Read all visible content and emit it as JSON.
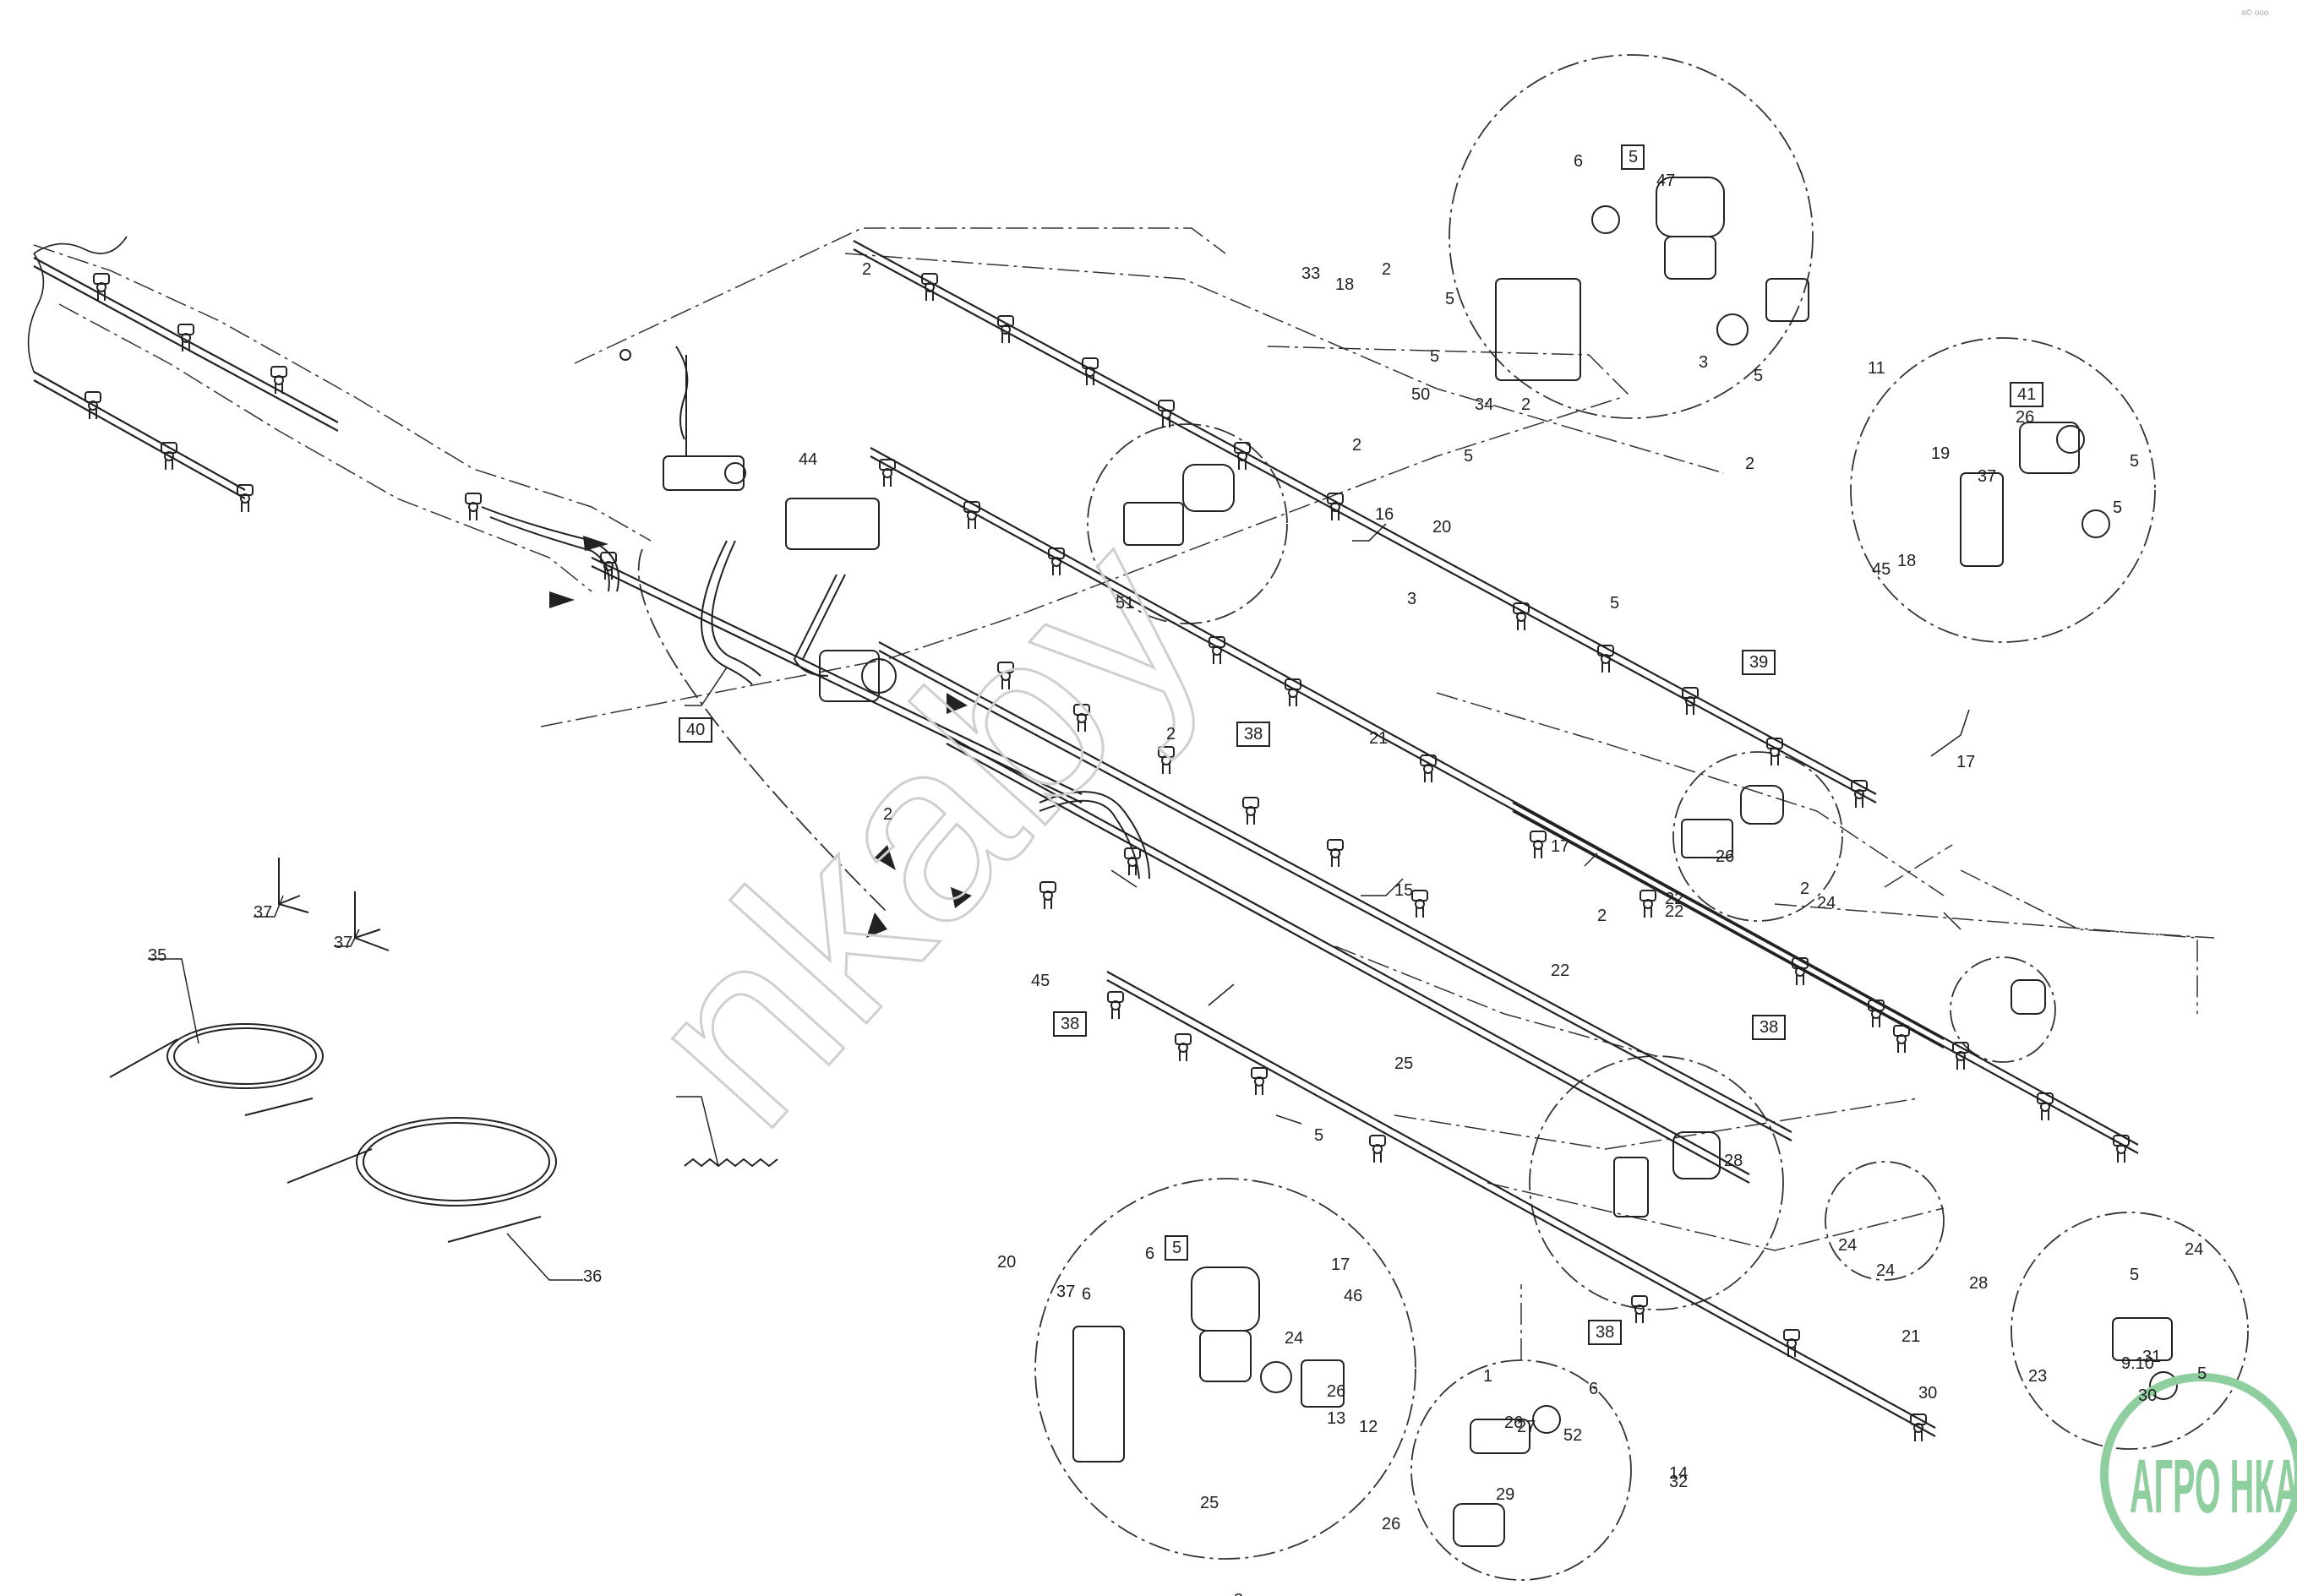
{
  "diagram": {
    "corner_mark": "a© ooo",
    "watermark": "nkaby",
    "logo": {
      "text": "АГРО НКА",
      "color": "#8fcf9f"
    },
    "plain_labels": [
      "2",
      "2",
      "2",
      "2",
      "2",
      "2",
      "2",
      "2",
      "2",
      "3",
      "3",
      "3",
      "5",
      "5",
      "5",
      "5",
      "5",
      "5",
      "5",
      "5",
      "5",
      "5",
      "6",
      "6",
      "6",
      "6",
      "6",
      "11",
      "12",
      "13",
      "14",
      "15",
      "16",
      "17",
      "17",
      "17",
      "18",
      "18",
      "19",
      "20",
      "20",
      "21",
      "21",
      "22",
      "22",
      "22",
      "23",
      "24",
      "24",
      "24",
      "24",
      "24",
      "25",
      "25",
      "26",
      "26",
      "26",
      "26",
      "26",
      "27",
      "28",
      "28",
      "29",
      "30",
      "30",
      "31",
      "32",
      "33",
      "34",
      "35",
      "36",
      "37",
      "37",
      "37",
      "37",
      "44",
      "45",
      "45",
      "46",
      "47",
      "50",
      "51",
      "52",
      "9.10",
      "1"
    ],
    "boxed_labels": [
      "5",
      "5",
      "41",
      "39",
      "38",
      "38",
      "38",
      "38",
      "40"
    ]
  }
}
